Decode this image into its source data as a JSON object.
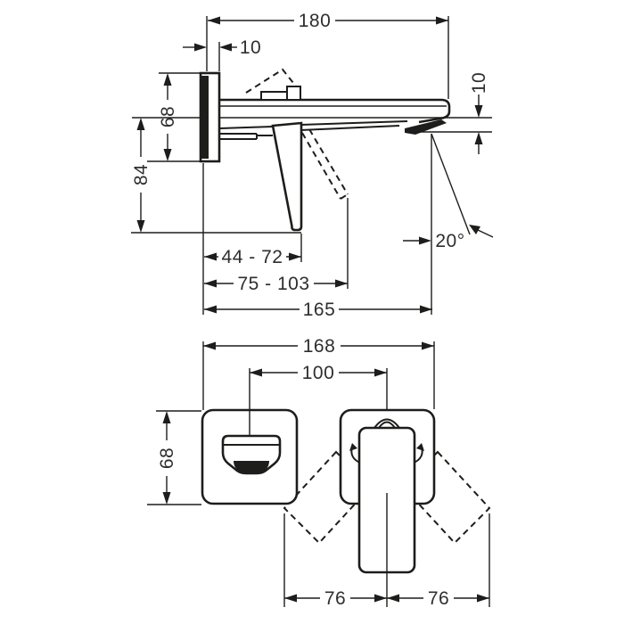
{
  "drawing": {
    "type": "technical-dimension-drawing",
    "views": [
      "side-elevation",
      "front-elevation"
    ]
  },
  "labels": {
    "side": {
      "total_depth": "180",
      "plate_thickness": "10",
      "plate_height": "68",
      "drop_height": "84",
      "outlet_drop": "10",
      "stream_angle": "20°",
      "lever_reach_range": "44 - 72",
      "lever_tip_range": "75 - 103",
      "spout_reach": "165"
    },
    "front": {
      "total_width": "168",
      "center_distance": "100",
      "plate_height": "68",
      "swing_left": "76",
      "swing_right": "76"
    }
  },
  "colors": {
    "line": "#1d1d1b",
    "text": "#2e2e2e",
    "background": "#ffffff"
  }
}
